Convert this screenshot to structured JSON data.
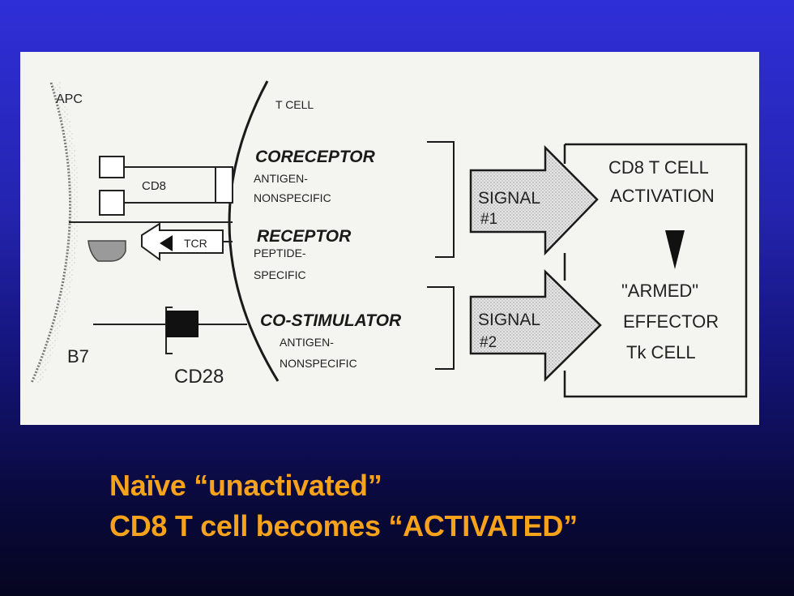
{
  "diagram": {
    "apc_label": "APC",
    "tcell_label": "T CELL",
    "cd8_label": "CD8",
    "tcr_label": "TCR",
    "b7_label": "B7",
    "cd28_label": "CD28",
    "coreceptor": {
      "title": "CORECEPTOR",
      "line1": "ANTIGEN-",
      "line2": "NONSPECIFIC"
    },
    "receptor": {
      "title": "RECEPTOR",
      "line1": "PEPTIDE-",
      "line2": "SPECIFIC"
    },
    "costimulator": {
      "title": "CO-STIMULATOR",
      "line1": "ANTIGEN-",
      "line2": "NONSPECIFIC"
    },
    "signal1": {
      "line1": "SIGNAL",
      "line2": "#1"
    },
    "signal2": {
      "line1": "SIGNAL",
      "line2": "#2"
    },
    "outcome": {
      "line1": "CD8 T CELL",
      "line2": "ACTIVATION",
      "line3": "\"ARMED\"",
      "line4": "EFFECTOR",
      "line5": "Tk CELL"
    }
  },
  "caption": {
    "line1": "Naïve “unactivated”",
    "line2": "CD8 T cell becomes “ACTIVATED”"
  },
  "colors": {
    "background_top": "#2f2fd8",
    "background_bottom": "#050520",
    "caption": "#f7a21b",
    "panel": "#f4f4f0"
  }
}
